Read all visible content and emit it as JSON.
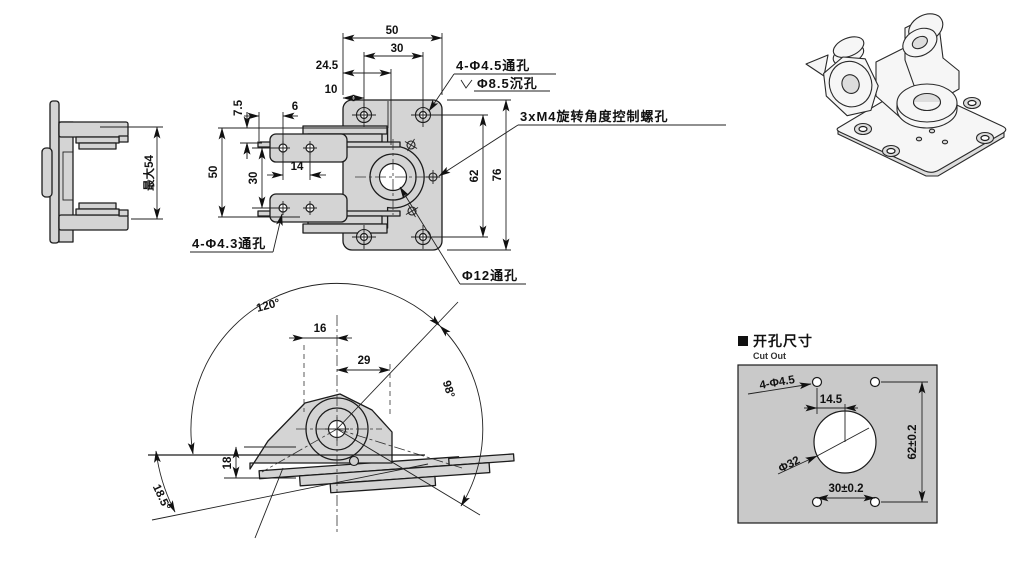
{
  "drawing": {
    "colors": {
      "background": "#ffffff",
      "line": "#1c1c1c",
      "metal_fill": "#d4d4d4",
      "panel_fill": "#c9c9c9"
    },
    "side_view": {
      "dim_max_height": "最大54"
    },
    "front_view": {
      "dims": {
        "width": "50",
        "hole_span_x": "30",
        "offset_center": "24.5",
        "offset_hole": "10",
        "tab_offset": "7.5",
        "tab_edge": "6",
        "leaf_height": "50",
        "tab_hole_span_y": "30",
        "tab_hole_span_x": "14",
        "hole_span_y": "62",
        "height": "76"
      },
      "callouts": {
        "corner_hole": "4-Φ4.5通孔",
        "counterbore": "Φ8.5沉孔",
        "angle_screws": "3xM4旋转角度控制螺孔",
        "tab_hole": "4-Φ4.3通孔",
        "center_hole": "Φ12通孔"
      }
    },
    "rotation_view": {
      "angle_sweep": "120°",
      "angle_open": "98°",
      "angle_down": "18.5°",
      "dim_offset": "16",
      "dim_reach": "29",
      "dim_height": "18"
    },
    "cutout_view": {
      "title": "开孔尺寸",
      "subtitle": "Cut Out",
      "dims": {
        "corner_holes": "4-Φ4.5",
        "center_offset": "14.5",
        "hole_span_y": "62±0.2",
        "hole_span_x": "30±0.2",
        "hole_dia": "Φ32"
      }
    }
  }
}
